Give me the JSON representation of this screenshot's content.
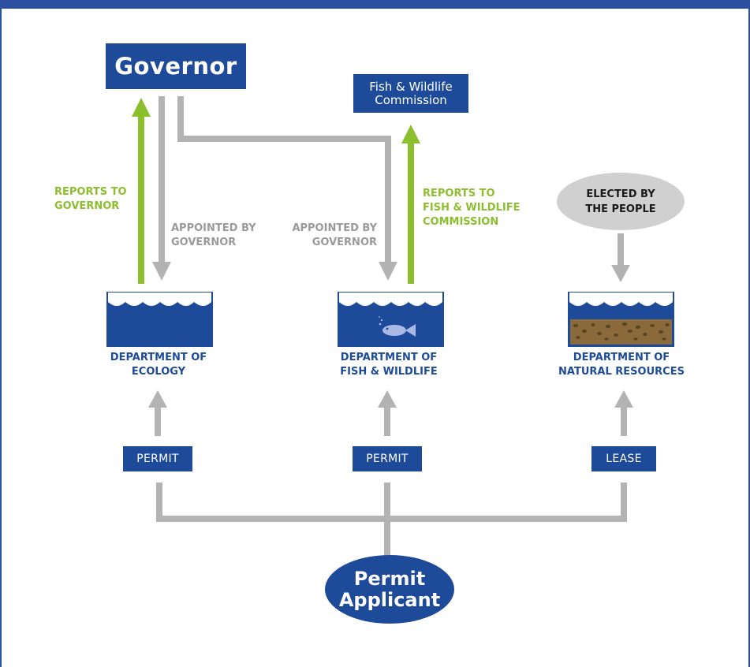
{
  "nodes": {
    "governor": "Governor",
    "commission": "Fish & Wildlife\nCommission",
    "elected_by": "ELECTED BY\nTHE PEOPLE",
    "permit_applicant": "Permit\nApplicant"
  },
  "edge_labels": {
    "reports_to_governor": "REPORTS TO\nGOVERNOR",
    "appointed_by_governor_1": "APPOINTED BY\nGOVERNOR",
    "appointed_by_governor_2": "APPOINTED BY\nGOVERNOR",
    "reports_to_commission": "REPORTS TO\nFISH & WILDLIFE\nCOMMISSION"
  },
  "departments": [
    {
      "name": "DEPARTMENT OF\nECOLOGY",
      "authorization": "PERMIT"
    },
    {
      "name": "DEPARTMENT OF\nFISH & WILDLIFE",
      "authorization": "PERMIT"
    },
    {
      "name": "DEPARTMENT OF\nNATURAL RESOURCES",
      "authorization": "LEASE"
    }
  ],
  "colors": {
    "primary_blue": "#1e4a9a",
    "report_green": "#8cbf2d",
    "connector_gray": "#b3b3b3",
    "label_gray": "#9a9a9a",
    "sediment_brown": "#8a6a3a",
    "fish": "#a9b9e6"
  }
}
